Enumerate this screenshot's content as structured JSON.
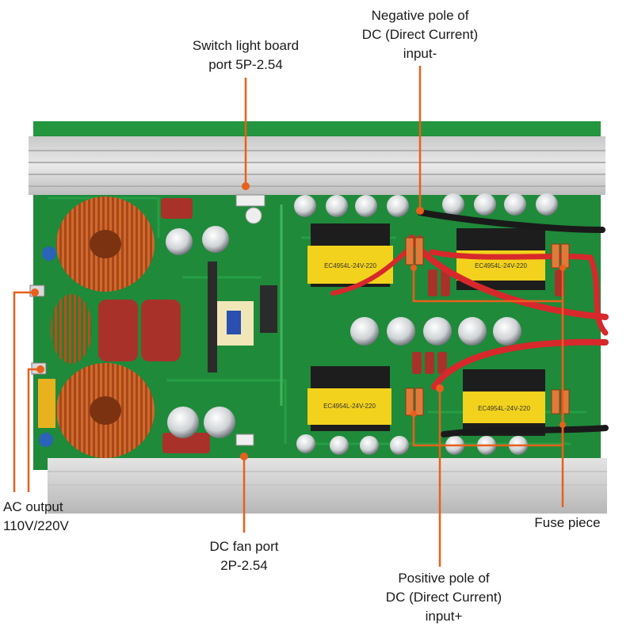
{
  "annotations": {
    "switch_light_board_port": [
      "Switch light board",
      "port 5P-2.54"
    ],
    "negative_pole_dc": [
      "Negative pole of",
      "DC (Direct Current)",
      "input-"
    ],
    "ac_output": [
      "AC output",
      "110V/220V"
    ],
    "dc_fan_port": [
      "DC fan port",
      "2P-2.54"
    ],
    "fuse_piece": [
      "Fuse piece"
    ],
    "positive_pole_dc": [
      "Positive pole of",
      "DC (Direct Current)",
      "input+"
    ]
  },
  "board_markings": {
    "transformer_top_left": "EC4954L-24V-220",
    "transformer_top_right": "EC4954L-24V-220",
    "transformer_bottom_left": "EC4954L-24V-220",
    "transformer_bottom_right": "EC4954L-24V-220"
  },
  "colors": {
    "callout_line": "#e8601c",
    "pcb_green": "#1f8a3a",
    "heatsink": "#d8d8d8",
    "copper_coil": "#b5501e",
    "transformer_yellow": "#f2d21c"
  }
}
